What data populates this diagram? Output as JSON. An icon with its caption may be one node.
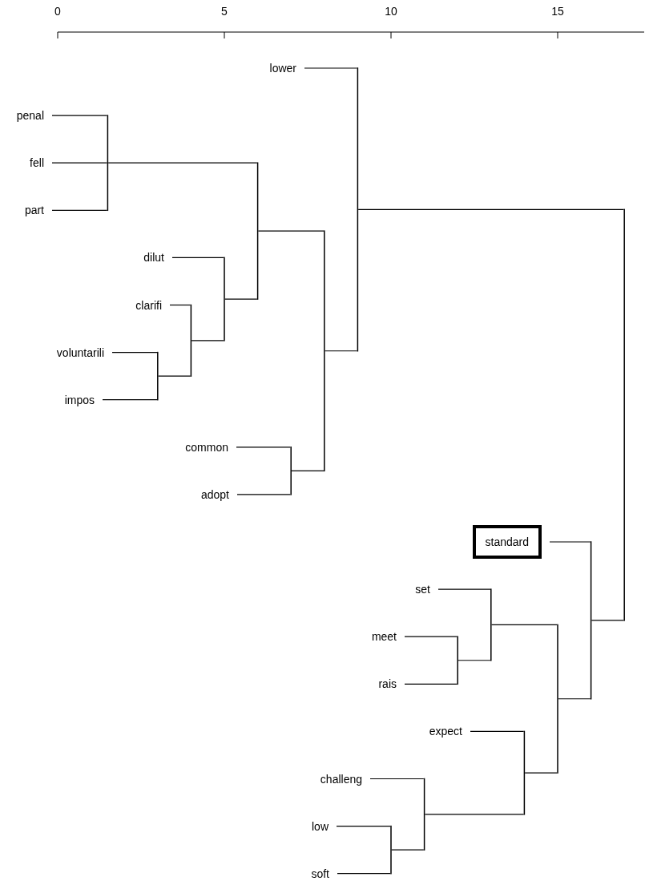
{
  "diagram": {
    "nodes": [
      {
        "text": [
          "lower"
        ]
      },
      {
        "text": [
          "penal"
        ]
      },
      {
        "text": [
          "fell"
        ]
      },
      {
        "text": [
          "part"
        ]
      },
      {
        "text": [
          "dilut"
        ]
      },
      {
        "text": [
          "clarifi"
        ]
      },
      {
        "text": [
          "voluntarili"
        ]
      },
      {
        "text": [
          "impos"
        ]
      },
      {
        "text": [
          "common"
        ]
      },
      {
        "text": [
          "adopt"
        ]
      },
      {
        "text": [
          "standard"
        ]
      },
      {
        "text": [
          "set"
        ]
      },
      {
        "text": [
          "meet"
        ]
      },
      {
        "text": [
          "rais"
        ]
      },
      {
        "text": [
          "expect"
        ]
      },
      {
        "text": [
          "challeng"
        ]
      },
      {
        "text": [
          "low"
        ]
      },
      {
        "text": [
          "soft"
        ]
      },
      {
        "text": [],
        "shape": "bar"
      },
      {
        "text": [],
        "shape": "bar"
      },
      {
        "text": [],
        "shape": "bar"
      },
      {
        "text": [],
        "shape": "bar"
      },
      {
        "text": [],
        "shape": "bar"
      },
      {
        "text": [],
        "shape": "bar"
      },
      {
        "text": [],
        "shape": "bar"
      },
      {
        "text": [],
        "shape": "bar"
      },
      {
        "text": [],
        "shape": "bar"
      },
      {
        "text": [],
        "shape": "bar"
      },
      {
        "text": [],
        "shape": "bar"
      },
      {
        "text": [],
        "shape": "bar"
      },
      {
        "text": [],
        "shape": "bar"
      },
      {
        "text": [],
        "shape": "bar"
      },
      {
        "text": [],
        "shape": "bar"
      },
      {
        "text": [],
        "shape": "bar"
      }
    ],
    "edges": [
      {
        "from": 1,
        "to": 18,
        "arrow": "none"
      },
      {
        "from": 2,
        "to": 18,
        "arrow": "none"
      },
      {
        "from": 3,
        "to": 18,
        "arrow": "none"
      },
      {
        "from": 6,
        "to": 19,
        "arrow": "none"
      },
      {
        "from": 7,
        "to": 19,
        "arrow": "none"
      },
      {
        "from": 5,
        "to": 20,
        "arrow": "none"
      },
      {
        "from": 19,
        "to": 20,
        "arrow": "none"
      },
      {
        "from": 4,
        "to": 21,
        "arrow": "none"
      },
      {
        "from": 20,
        "to": 21,
        "arrow": "none"
      },
      {
        "from": 18,
        "to": 22,
        "arrow": "none"
      },
      {
        "from": 21,
        "to": 22,
        "arrow": "none"
      },
      {
        "from": 8,
        "to": 23,
        "arrow": "none"
      },
      {
        "from": 9,
        "to": 23,
        "arrow": "none"
      },
      {
        "from": 22,
        "to": 24,
        "arrow": "none"
      },
      {
        "from": 23,
        "to": 24,
        "arrow": "none"
      },
      {
        "from": 0,
        "to": 25,
        "arrow": "none"
      },
      {
        "from": 24,
        "to": 25,
        "arrow": "none"
      },
      {
        "from": 12,
        "to": 26,
        "arrow": "none"
      },
      {
        "from": 13,
        "to": 26,
        "arrow": "none"
      },
      {
        "from": 11,
        "to": 27,
        "arrow": "none"
      },
      {
        "from": 26,
        "to": 27,
        "arrow": "none"
      },
      {
        "from": 16,
        "to": 28,
        "arrow": "none"
      },
      {
        "from": 17,
        "to": 28,
        "arrow": "none"
      },
      {
        "from": 15,
        "to": 29,
        "arrow": "none"
      },
      {
        "from": 28,
        "to": 29,
        "arrow": "none"
      },
      {
        "from": 14,
        "to": 30,
        "arrow": "none"
      },
      {
        "from": 29,
        "to": 30,
        "arrow": "none"
      },
      {
        "from": 27,
        "to": 31,
        "arrow": "none"
      },
      {
        "from": 30,
        "to": 31,
        "arrow": "none"
      },
      {
        "from": 10,
        "to": 32,
        "arrow": "none"
      },
      {
        "from": 31,
        "to": 32,
        "arrow": "none"
      },
      {
        "from": 25,
        "to": 33,
        "arrow": "none"
      },
      {
        "from": 32,
        "to": 33,
        "arrow": "none"
      }
    ],
    "labels": [
      "0",
      "5",
      "10",
      "15"
    ]
  }
}
